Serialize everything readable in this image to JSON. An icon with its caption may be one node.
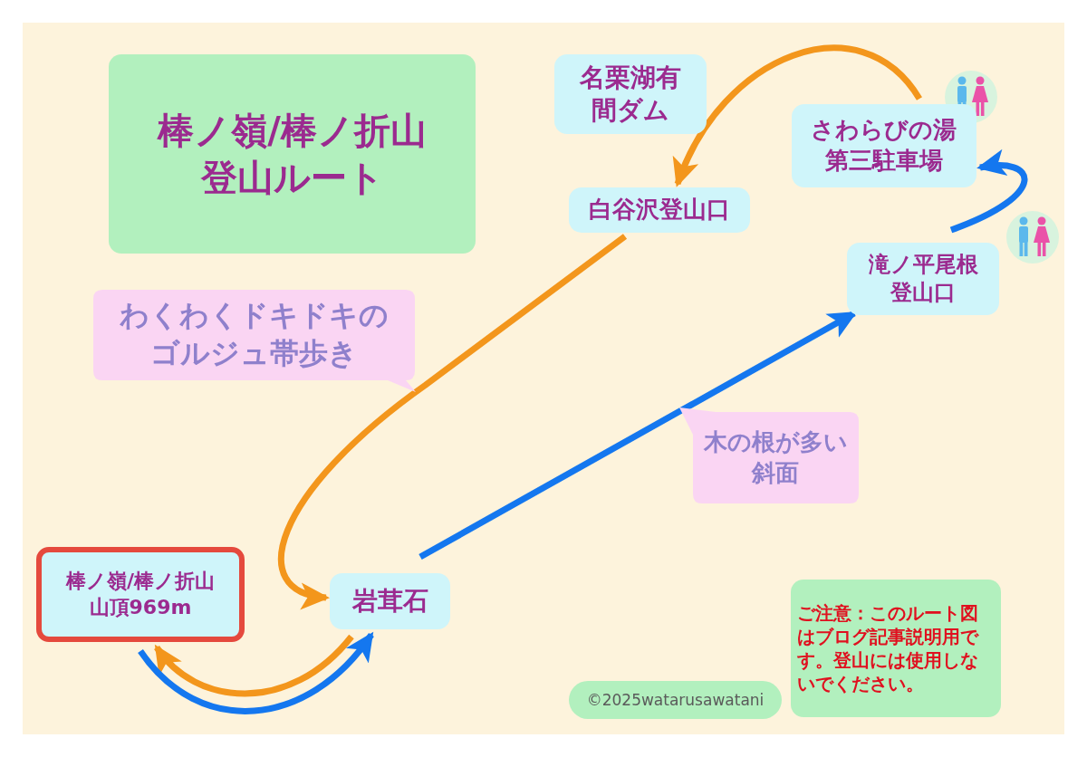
{
  "diagram": {
    "nodes": [
      {
        "text": [
          "棒ノ嶺/棒ノ折山登山ルート"
        ]
      },
      {
        "text": [
          "名栗湖有間ダム"
        ]
      },
      {
        "text": [
          "さわらびの湯第三駐車場"
        ]
      },
      {
        "text": [
          "白谷沢登山口"
        ]
      },
      {
        "text": [
          "滝ノ平尾根登山口"
        ]
      },
      {
        "text": [
          "わくわくドキドキのゴルジュ帯歩き"
        ]
      },
      {
        "text": [
          "木の根が多い斜面"
        ]
      },
      {
        "text": [
          "岩茸石"
        ]
      },
      {
        "text": [
          "棒ノ嶺/棒ノ折山山頂969m"
        ]
      },
      {
        "text": [
          "ご注意：このルート図はブログ記事説明用です。登山には使用しないでください。"
        ]
      },
      {
        "text": [
          "©2025watarusawatani"
        ]
      }
    ],
    "edges": [
      {
        "from": 2,
        "to": 3,
        "arrow": "to",
        "color": "#f3961c"
      },
      {
        "from": 3,
        "to": 7,
        "arrow": "to",
        "color": "#f3961c"
      },
      {
        "from": 7,
        "to": 8,
        "arrow": "to",
        "color": "#f3961c"
      },
      {
        "from": 8,
        "to": 7,
        "arrow": "to",
        "color": "#1477ef"
      },
      {
        "from": 7,
        "to": 4,
        "arrow": "to",
        "color": "#1477ef"
      },
      {
        "from": 4,
        "to": 2,
        "arrow": "to",
        "color": "#1477ef"
      }
    ]
  }
}
